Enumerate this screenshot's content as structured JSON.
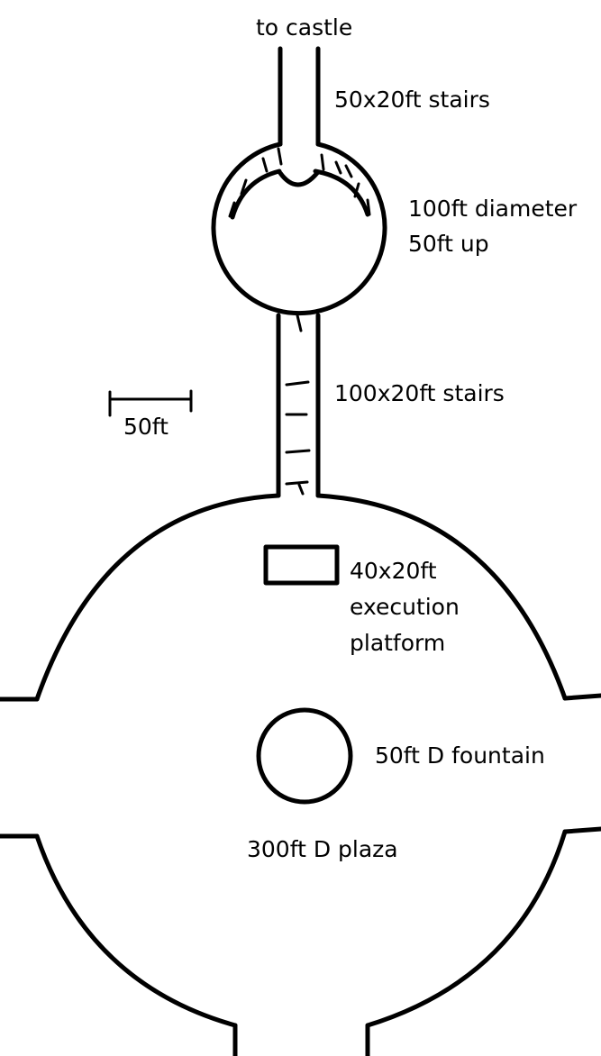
{
  "labels": {
    "to_castle": "to castle",
    "upper_stairs": "50x20ft stairs",
    "landing_diameter": "100ft diameter",
    "landing_height": "50ft up",
    "lower_stairs": "100x20ft stairs",
    "scale_bar": "50ft",
    "platform_line1": "40x20ft",
    "platform_line2": "execution",
    "platform_line3": "platform",
    "fountain": "50ft D fountain",
    "plaza": "300ft D plaza"
  },
  "colors": {
    "ink": "#000000",
    "background": "#ffffff"
  }
}
